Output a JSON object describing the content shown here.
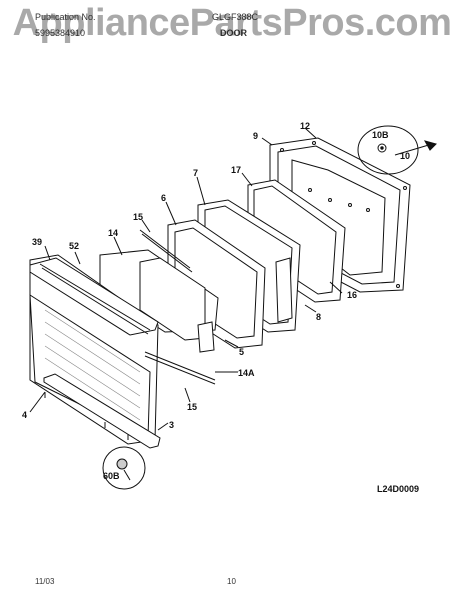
{
  "header": {
    "publication_label": "Publication No.",
    "publication_number": "5995384910",
    "model": "GLGF388C",
    "section": "DOOR"
  },
  "watermark": "AppliancePartsPros.com",
  "parts": [
    "12",
    "9",
    "10B",
    "10",
    "17",
    "7",
    "6",
    "15",
    "14",
    "39",
    "52",
    "16",
    "8",
    "5",
    "14A",
    "4",
    "15",
    "3",
    "60B"
  ],
  "diagram_code": "L24D0009",
  "footer": {
    "date": "11/03",
    "page": "10"
  }
}
